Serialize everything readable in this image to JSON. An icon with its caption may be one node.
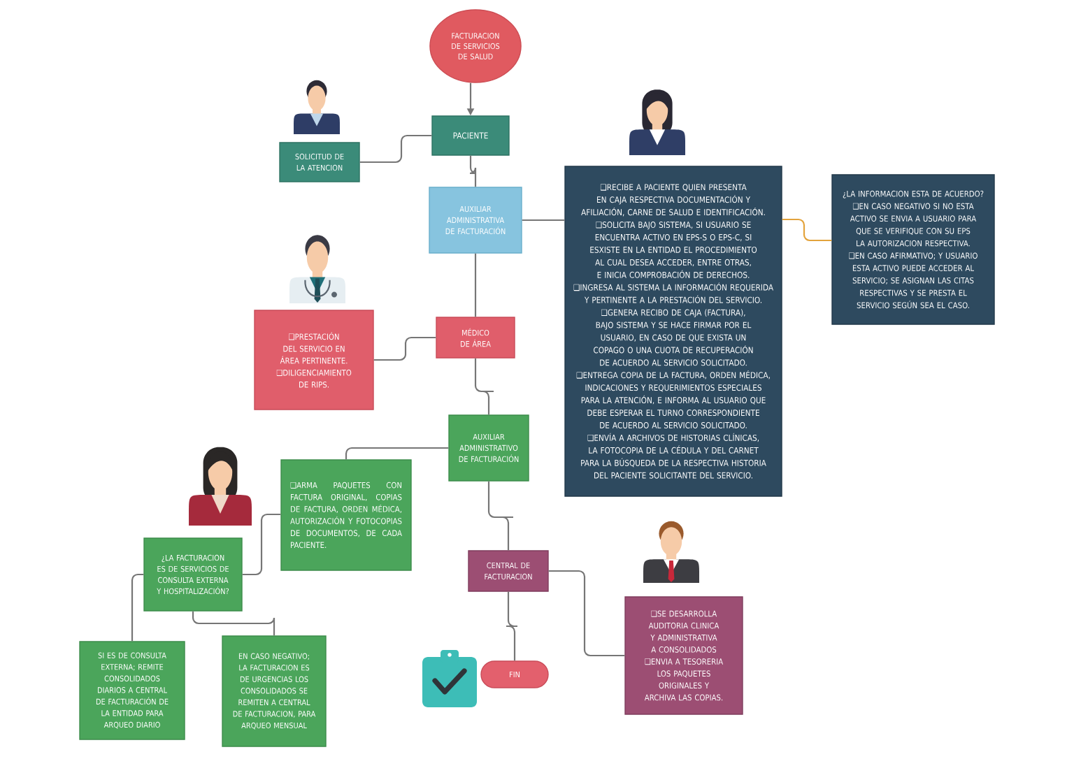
{
  "diagram": {
    "nodes": [
      {
        "text": [
          "FACTURACION DE SERVICIOS DE SALUD"
        ]
      },
      {
        "text": [
          "PACIENTE"
        ]
      },
      {
        "text": [
          "SOLICITUD DE LA ATENCION"
        ]
      },
      {
        "text": [
          "AUXILIAR ADMINISTRATIVA DE FACTURACIÓN"
        ]
      },
      {
        "text": [
          "❑RECIBE A PACIENTE QUIEN PRESENTA EN CAJA RESPECTIVA DOCUMENTACIÓN Y AFILIACIÓN, CARNE DE SALUD E IDENTIFICACIÓN.",
          "❑SOLICITA BAJO SISTEMA, SI USUARIO SE ENCUENTRA ACTIVO EN EPS-S O EPS-C, SI ESXISTE EN LA ENTIDAD EL PROCEDIMIENTO AL CUAL DESEA ACCEDER, ENTRE OTRAS, E INICIA COMPROBACIÓN DE DERECHOS.",
          "❑INGRESA AL SISTEMA LA INFORMACIÓN REQUERIDA Y PERTINENTE A LA PRESTACIÓN DEL SERVICIO.",
          "❑GENERA RECIBO DE CAJA (FACTURA), BAJO SISTEMA Y SE HACE FIRMAR POR EL USUARIO, EN CASO DE QUE EXISTA UN COPAGO O UNA CUOTA DE RECUPERACIÓN DE ACUERDO AL SERVICIO SOLICITADO.",
          "❑ENTREGA COPIA DE LA FACTURA, ORDEN MÉDICA, INDICACIONES Y REQUERIMIENTOS ESPECIALES PARA LA ATENCIÓN, E INFORMA AL USUARIO QUE DEBE ESPERAR EL TURNO CORRESPONDIENTE DE ACUERDO AL SERVICIO SOLICITADO.",
          "❑ENVÍA A ARCHIVOS DE HISTORIAS CLÍNICAS, LA FOTOCOPIA DE LA CÉDULA Y DEL CARNET PARA LA BÚSQUEDA DE LA RESPECTIVA HISTORIA DEL PACIENTE SOLICITANTE DEL SERVICIO."
        ]
      },
      {
        "text": [
          "¿LA INFORMACION ESTA DE ACUERDO?",
          "❑EN CASO NEGATIVO SI NO ESTA ACTIVO SE ENVIA A USUARIO PARA QUE SE VERIFIQUE CON SU EPS LA AUTORIZACION RESPECTIVA.",
          "❑EN CASO AFIRMATIVO; Y USUARIO ESTA ACTIVO PUEDE ACCEDER AL SERVICIO; SE ASIGNAN LAS CITAS RESPECTIVAS Y SE PRESTA EL SERVICIO SEGÚN SEA EL CASO."
        ]
      },
      {
        "text": [
          "MÉDICO DE ÁREA"
        ]
      },
      {
        "text": [
          "❑PRESTACIÓN DEL SERVICIO EN ÁREA PERTINENTE.",
          "❑DILIGENCIAMIENTO DE RIPS."
        ]
      },
      {
        "text": [
          "AUXILIAR ADMINISTRATIVO DE FACTURACIÓN"
        ]
      },
      {
        "text": [
          "❑ARMA PAQUETES CON FACTURA ORIGINAL, COPIAS DE FACTURA, ORDEN MÉDICA, AUTORIZACIÓN Y FOTOCOPIAS DE DOCUMENTOS, DE CADA PACIENTE."
        ]
      },
      {
        "text": [
          "¿LA FACTURACION ES DE SERVICIOS DE CONSULTA EXTERNA Y HOSPITALIZACIÓN?"
        ]
      },
      {
        "text": [
          "SI ES DE CONSULTA EXTERNA; REMITE CONSOLIDADOS DIARIOS A CENTRAL DE FACTURACIÓN DE LA ENTIDAD PARA ARQUEO DIARIO"
        ]
      },
      {
        "text": [
          "EN CASO NEGATIVO; LA FACTURACION ES DE URGENCIAS LOS CONSOLIDADOS SE REMITEN A CENTRAL DE FACTURACION, PARA ARQUEO MENSUAL"
        ]
      },
      {
        "text": [
          "CENTRAL DE FACTURACION"
        ]
      },
      {
        "text": [
          "❑SE DESARROLLA AUDITORIA CLINICA Y ADMINISTRATIVA A CONSOLIDADOS",
          "❑ENVIA A TESORERIA LOS PAQUETES ORIGINALES Y ARCHIVA LAS COPIAS."
        ]
      },
      {
        "text": [
          "FIN"
        ]
      }
    ],
    "edges": [
      {
        "from": 0,
        "to": 1,
        "arrow": "to"
      },
      {
        "from": 1,
        "to": 2,
        "arrow": "none"
      },
      {
        "from": 1,
        "to": 3,
        "arrow": "none"
      },
      {
        "from": 3,
        "to": 4,
        "arrow": "none"
      },
      {
        "from": 4,
        "to": 5,
        "arrow": "none",
        "color": "#e3a33c"
      },
      {
        "from": 3,
        "to": 6,
        "arrow": "none"
      },
      {
        "from": 6,
        "to": 7,
        "arrow": "none"
      },
      {
        "from": 6,
        "to": 8,
        "arrow": "none"
      },
      {
        "from": 8,
        "to": 9,
        "arrow": "none"
      },
      {
        "from": 9,
        "to": 10,
        "arrow": "none"
      },
      {
        "from": 10,
        "to": 11,
        "arrow": "none"
      },
      {
        "from": 10,
        "to": 12,
        "arrow": "none"
      },
      {
        "from": 8,
        "to": 13,
        "arrow": "none"
      },
      {
        "from": 13,
        "to": 14,
        "arrow": "none"
      },
      {
        "from": 13,
        "to": 15,
        "arrow": "none"
      }
    ]
  }
}
